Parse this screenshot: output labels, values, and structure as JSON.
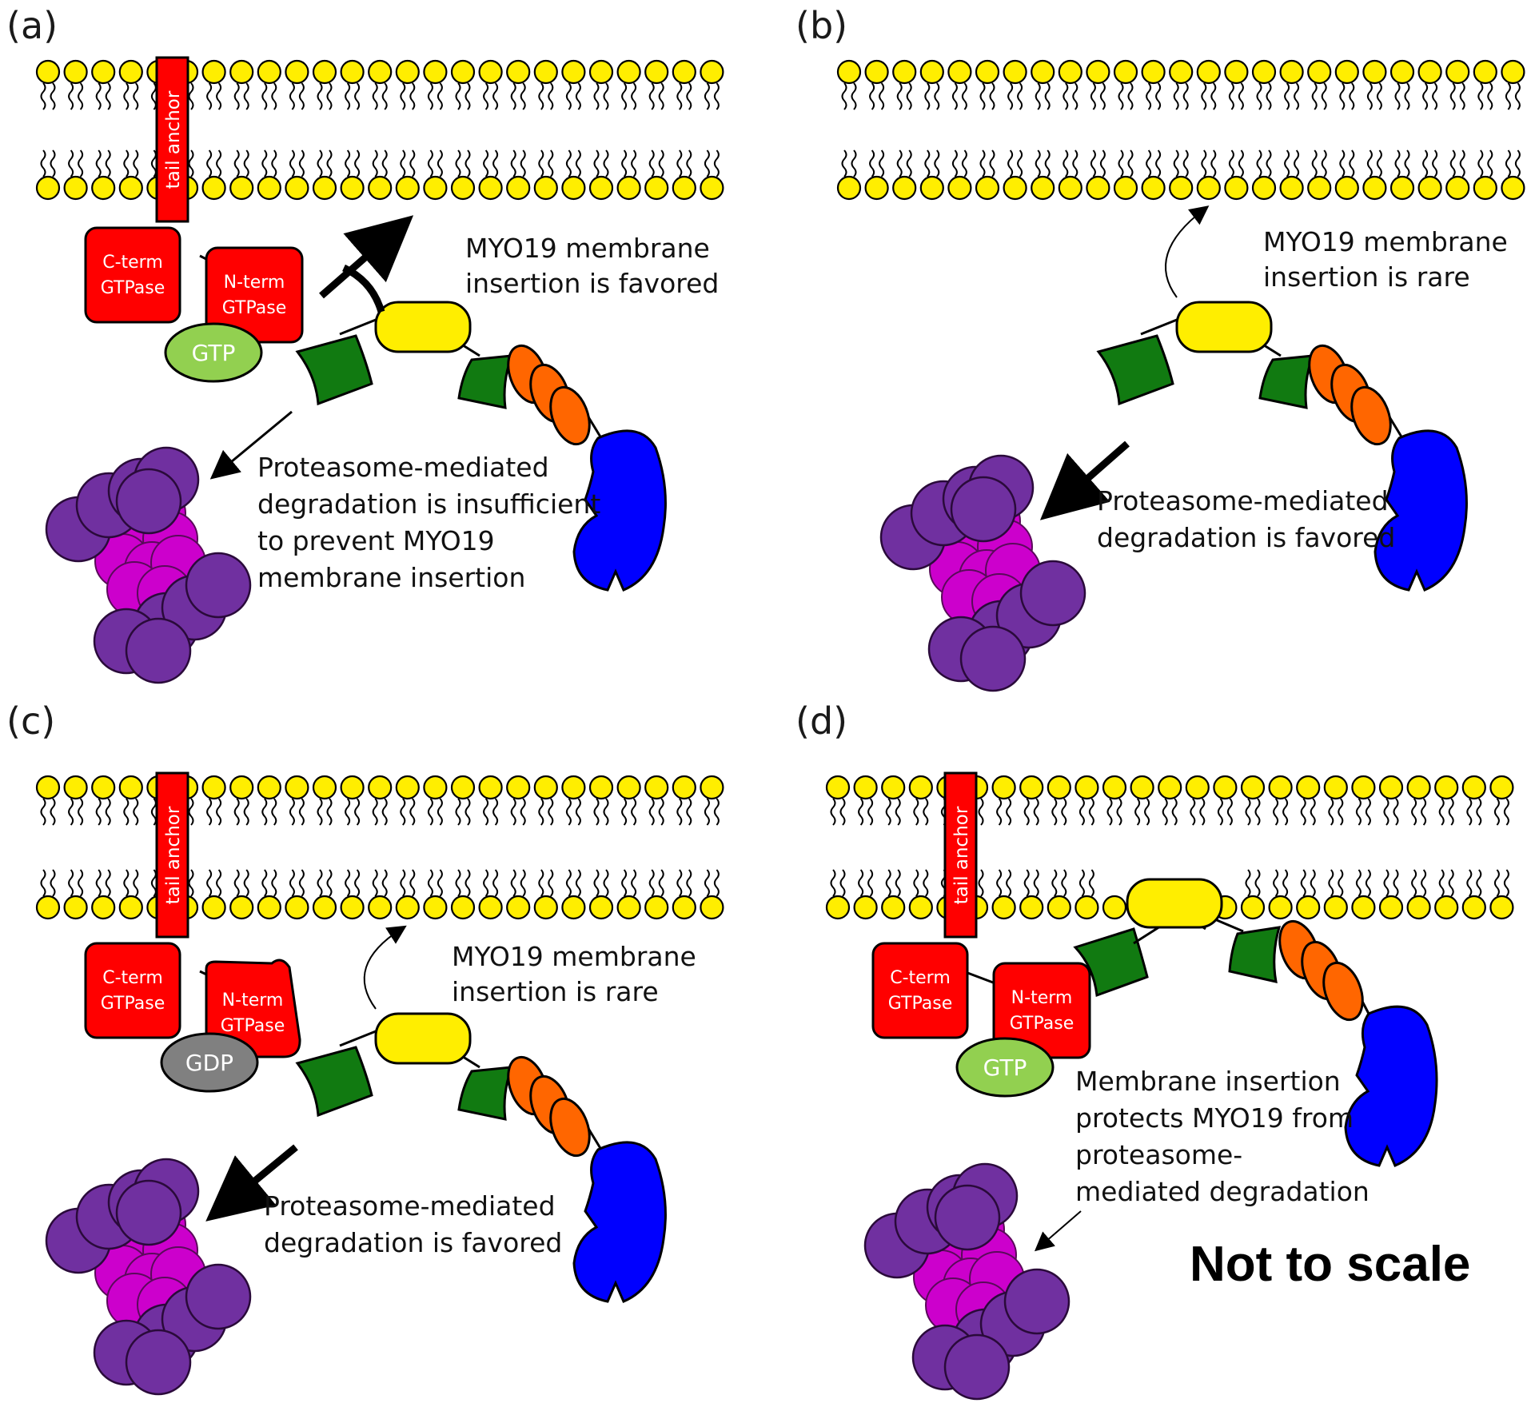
{
  "panels": {
    "a": {
      "letter": "(a)",
      "insertion_text": [
        "MYO19 membrane",
        "insertion is favored"
      ],
      "degradation_text": [
        "Proteasome-mediated",
        "degradation is insufficient",
        "to prevent MYO19",
        "membrane insertion"
      ],
      "nucleotide": "GTP"
    },
    "b": {
      "letter": "(b)",
      "insertion_text": [
        "MYO19 membrane",
        "insertion is rare"
      ],
      "degradation_text": [
        "Proteasome-mediated",
        "degradation is favored"
      ]
    },
    "c": {
      "letter": "(c)",
      "insertion_text": [
        "MYO19 membrane",
        "insertion is rare"
      ],
      "degradation_text": [
        "Proteasome-mediated",
        "degradation is favored"
      ],
      "nucleotide": "GDP"
    },
    "d": {
      "letter": "(d)",
      "protection_text": [
        "Membrane insertion",
        "protects MYO19 from",
        "proteasome-",
        "mediated degradation"
      ],
      "nucleotide": "GTP"
    }
  },
  "labels": {
    "tail_anchor": "tail anchor",
    "c_term": [
      "C-term",
      "GTPase"
    ],
    "n_term": [
      "N-term",
      "GTPase"
    ]
  },
  "scale_note": "Not to scale",
  "colors": {
    "lipid_head": "#ffee00",
    "miro_red": "#ff0000",
    "gtp_green": "#92d050",
    "gdp_gray": "#808080",
    "myo_green": "#117a11",
    "myo_orange": "#ff6600",
    "myo_blue": "#0000ff",
    "myo_yellow": "#ffee00",
    "proteasome_outer": "#7030a0",
    "proteasome_inner": "#cc00cc"
  }
}
